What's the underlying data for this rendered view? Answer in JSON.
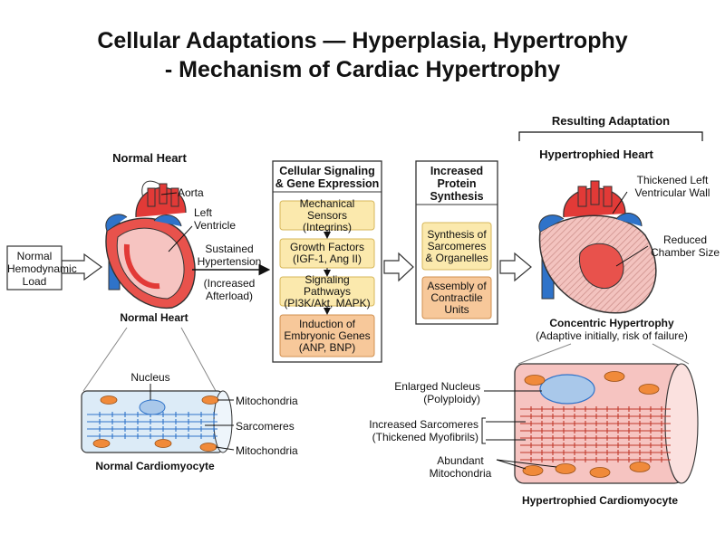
{
  "title": {
    "line1": "Cellular Adaptations — Hyperplasia, Hypertrophy",
    "line2": "- Mechanism of Cardiac Hypertrophy"
  },
  "normal": {
    "heading": "Normal Heart",
    "caption": "Normal Heart",
    "aorta": "Aorta",
    "left_ventricle_1": "Left",
    "left_ventricle_2": "Ventricle",
    "load_1": "Normal",
    "load_2": "Hemodynamic",
    "load_3": "Load"
  },
  "stimulus": {
    "line1": "Sustained",
    "line2": "Hypertension",
    "note1": "(Increased",
    "note2": "Afterload)"
  },
  "signaling": {
    "heading1": "Cellular Signaling",
    "heading2": "& Gene Expression",
    "steps": [
      {
        "l1": "Mechanical Sensors",
        "l2": "(Integrins)"
      },
      {
        "l1": "Growth Factors",
        "l2": "(IGF-1, Ang II)"
      },
      {
        "l1": "Signaling Pathways",
        "l2": "(PI3K/Akt, MAPK)"
      },
      {
        "l1": "Induction of",
        "l2": "Embryonic Genes",
        "l3": "(ANP, BNP)"
      }
    ]
  },
  "protein": {
    "heading1": "Increased",
    "heading2": "Protein",
    "heading3": "Synthesis",
    "steps": [
      {
        "l1": "Synthesis of",
        "l2": "Sarcomeres",
        "l3": "& Organelles"
      },
      {
        "l1": "Assembly of",
        "l2": "Contractile",
        "l3": "Units"
      }
    ]
  },
  "result": {
    "bracket_label": "Resulting Adaptation",
    "heading": "Hypertrophied Heart",
    "wall_1": "Thickened Left",
    "wall_2": "Ventricular Wall",
    "chamber_1": "Reduced",
    "chamber_2": "Chamber Size",
    "type": "Concentric Hypertrophy",
    "type_note": "(Adaptive initially, risk of failure)"
  },
  "normal_cell": {
    "nucleus": "Nucleus",
    "mito_top": "Mitochondria",
    "sarcomeres": "Sarcomeres",
    "mito_bottom": "Mitochondria",
    "caption": "Normal Cardiomyocyte"
  },
  "hyper_cell": {
    "nucleus_1": "Enlarged Nucleus",
    "nucleus_2": "(Polyploidy)",
    "sarc_1": "Increased Sarcomeres",
    "sarc_2": "(Thickened Myofibrils)",
    "mito_1": "Abundant",
    "mito_2": "Mitochondria",
    "caption": "Hypertrophied Cardiomyocyte"
  },
  "colors": {
    "heart_red": "#e23a37",
    "heart_blue": "#2f73c9",
    "cell_blue": "#dcebf7",
    "box_yellow": "#fbe9ad",
    "box_orange": "#f7c89a",
    "cell_pink": "#f6c4c1",
    "mito": "#f08a3a",
    "hyper_wall": "#f2b8b3"
  }
}
